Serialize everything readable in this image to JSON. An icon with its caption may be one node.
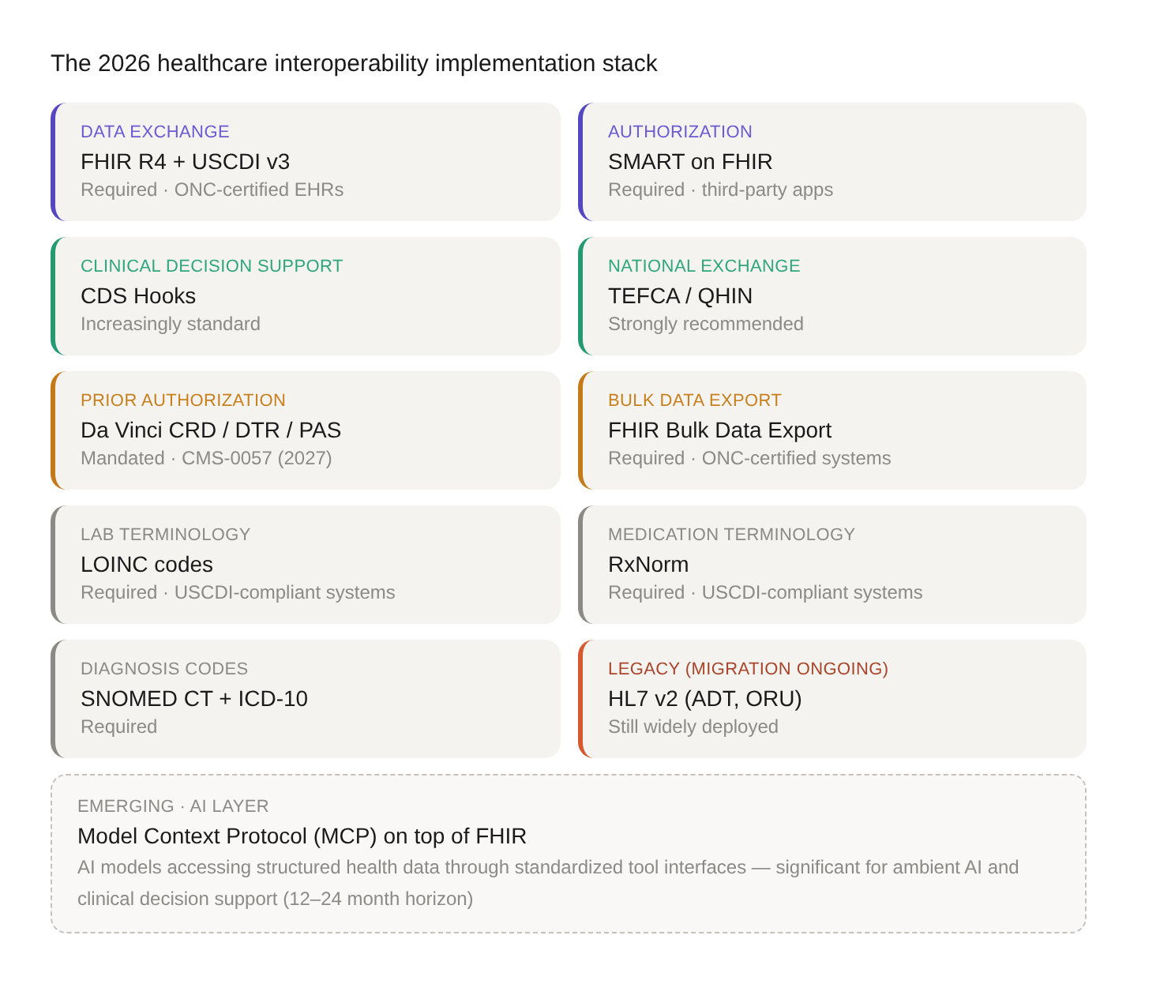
{
  "diagram": {
    "title": "The 2026 healthcare interoperability implementation stack",
    "nodes": [
      {
        "text": [
          "DATA EXCHANGE",
          "FHIR R4 + USCDI v3",
          "Required · ONC-certified EHRs"
        ]
      },
      {
        "text": [
          "AUTHORIZATION",
          "SMART on FHIR",
          "Required · third-party apps"
        ]
      },
      {
        "text": [
          "CLINICAL DECISION SUPPORT",
          "CDS Hooks",
          "Increasingly standard"
        ]
      },
      {
        "text": [
          "NATIONAL EXCHANGE",
          "TEFCA / QHIN",
          "Strongly recommended"
        ]
      },
      {
        "text": [
          "PRIOR AUTHORIZATION",
          "Da Vinci CRD / DTR / PAS",
          "Mandated · CMS-0057 (2027)"
        ]
      },
      {
        "text": [
          "BULK DATA EXPORT",
          "FHIR Bulk Data Export",
          "Required · ONC-certified systems"
        ]
      },
      {
        "text": [
          "LAB TERMINOLOGY",
          "LOINC codes",
          "Required · USCDI-compliant systems"
        ]
      },
      {
        "text": [
          "MEDICATION TERMINOLOGY",
          "RxNorm",
          "Required · USCDI-compliant systems"
        ]
      },
      {
        "text": [
          "DIAGNOSIS CODES",
          "SNOMED CT + ICD-10",
          "Required"
        ]
      },
      {
        "text": [
          "LEGACY (MIGRATION ONGOING)",
          "HL7 v2 (ADT, ORU)",
          "Still widely deployed"
        ]
      },
      {
        "text": [
          "EMERGING · AI LAYER",
          "Model Context Protocol (MCP) on top of FHIR",
          "AI models accessing structured health data through standardized tool interfaces — significant for ambient AI and clinical decision support (12–24 month horizon)"
        ]
      }
    ]
  }
}
